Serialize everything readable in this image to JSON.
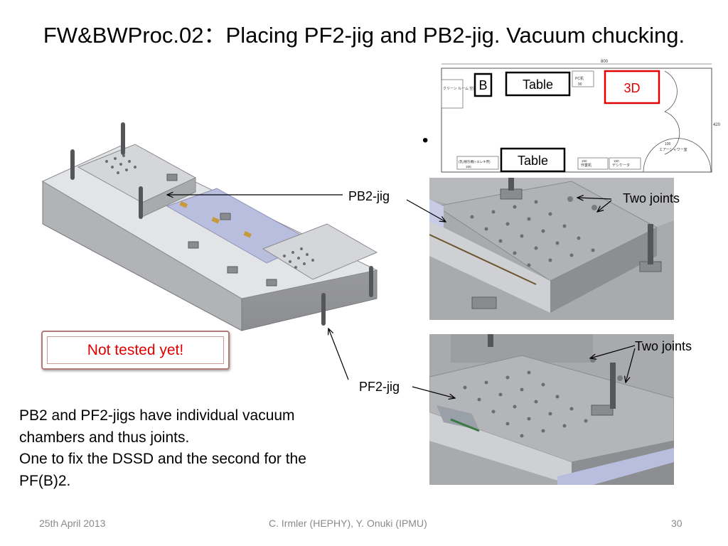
{
  "slide": {
    "title": "FW&BWProc.02：Placing PF2-jig and PB2-jig. Vacuum chucking."
  },
  "labels": {
    "pb2_jig": "PB2-jig",
    "pf2_jig": "PF2-jig",
    "two_joints_top": "Two joints",
    "two_joints_bottom": "Two joints",
    "not_tested": "Not tested yet!"
  },
  "floorplan": {
    "box_b": "B",
    "box_table_top": "Table",
    "box_3d": "3D",
    "box_table_bottom": "Table",
    "dim_top": "800",
    "dim_right": "420",
    "room_left": "クリーン ルーム 空調機器",
    "pc": "PC机",
    "pc_dim": "90",
    "dim_100": "100",
    "air_shower": "エアーシャワー室",
    "bottom_item": "(乳)梱包機(+エレキ用)",
    "dim_150a": "150",
    "dim_150b": "150",
    "workbench": "作業机",
    "dim_150c": "150",
    "desiccator": "デシケータ",
    "bullet": "•"
  },
  "body": {
    "line1": "PB2 and PF2-jigs have individual vacuum",
    "line2": "chambers and thus joints.",
    "line3": "One to fix the DSSD and the second for the",
    "line4": "PF(B)2."
  },
  "footer": {
    "date": "25th April 2013",
    "authors": "C. Irmler (HEPHY), Y. Onuki (IPMU)",
    "page": "30"
  },
  "colors": {
    "warning_red": "#e00000",
    "box_3d_border": "#e00000",
    "footer_gray": "#8a8a8a"
  }
}
